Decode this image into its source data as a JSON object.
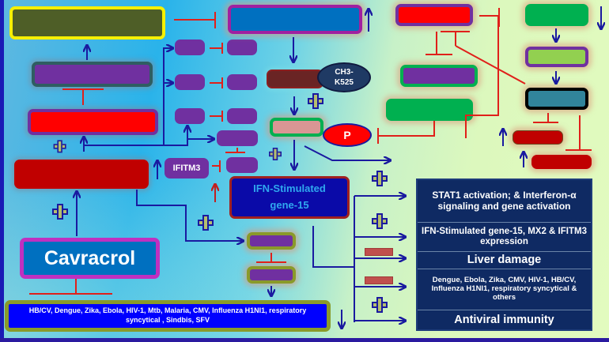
{
  "title": "Carvacrol antiviral mechanism diagram",
  "nodes": {
    "cavracrol": "Cavracrol",
    "ifitm3": "IFITM3",
    "ch3_k525": "CH3-\nK525",
    "phospho": "P",
    "isg15": "IFN-Stimulated gene-15",
    "viruses_bottom": "HB/CV, Dengue, Zika, Ebola, HIV-1, Mtb, Malaria, CMV, Influenza H1NI1,  respiratory syncytical ,  Sindbis, SFV"
  },
  "outcomes": [
    {
      "label": "STAT1 activation; & Interferon-α signaling and gene activation",
      "effect": "plus"
    },
    {
      "label": "IFN-Stimulated gene-15,  MX2 & IFITM3 expression",
      "effect": "plus"
    },
    {
      "label": "Liver damage",
      "effect": "minus"
    },
    {
      "label": "Dengue, Ebola, Zika, CMV, HIV-1, HB/CV, Influenza H1NI1,  respiratory syncytical  & others",
      "effect": "minus"
    },
    {
      "label": "Antiviral immunity",
      "effect": "plus"
    }
  ],
  "colors": {
    "activation_arrow": "#1a1aa0",
    "inhibition_line": "#e0201a",
    "table_bg": "#0f2a63"
  }
}
